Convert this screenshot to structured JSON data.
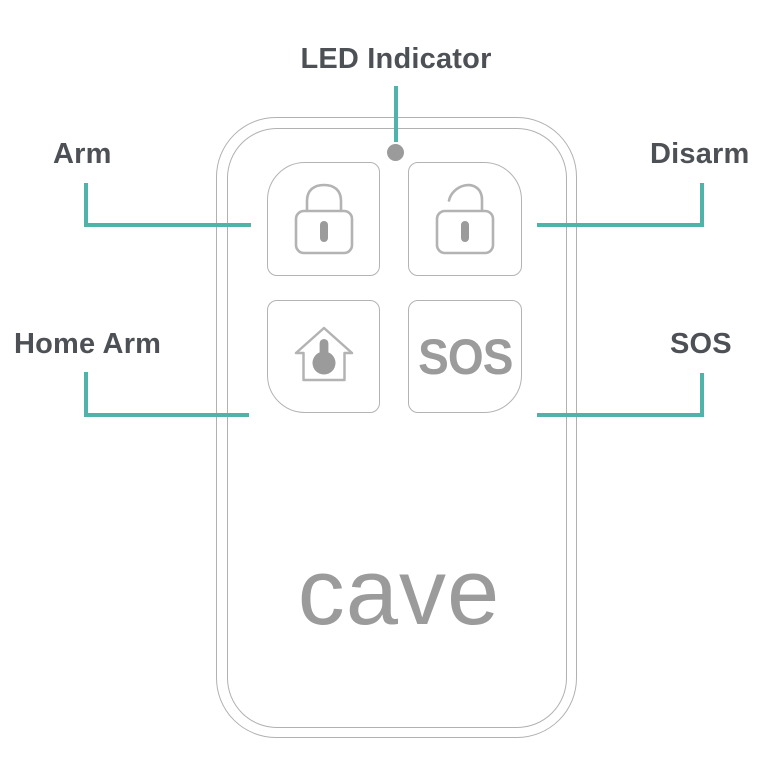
{
  "colors": {
    "accent_teal": "#4fb3a9",
    "label_text": "#4d5156",
    "device_outline": "#b1b1b1",
    "icon_gray": "#9b9b9b"
  },
  "callouts": {
    "led": {
      "label": "LED Indicator"
    },
    "arm": {
      "label": "Arm"
    },
    "disarm": {
      "label": "Disarm"
    },
    "home_arm": {
      "label": "Home Arm"
    },
    "sos": {
      "label": "SOS"
    }
  },
  "device": {
    "brand": "cave",
    "buttons": {
      "arm": {
        "icon": "lock-closed-icon"
      },
      "disarm": {
        "icon": "lock-open-icon"
      },
      "home_arm": {
        "icon": "home-arm-icon"
      },
      "sos": {
        "text": "SOS"
      }
    }
  }
}
